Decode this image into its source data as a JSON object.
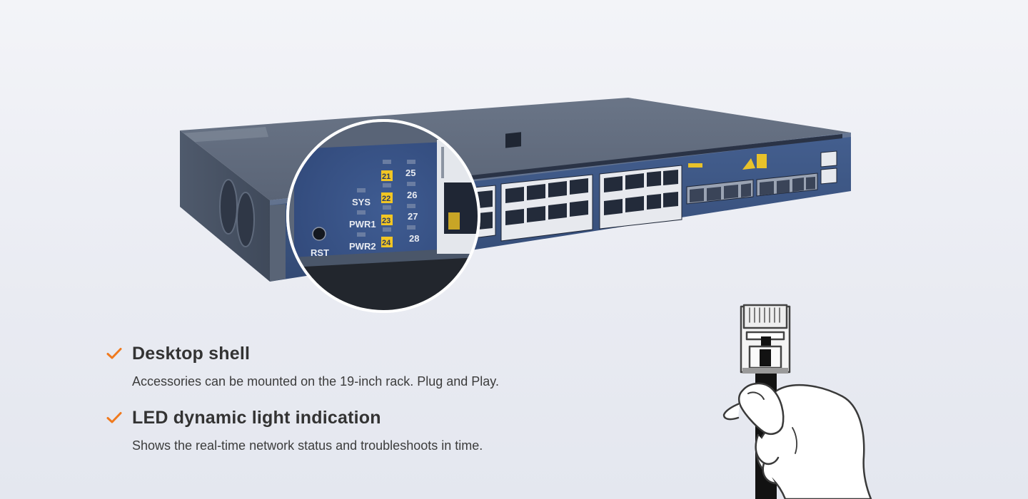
{
  "device": {
    "zoom_labels": {
      "sys": "SYS",
      "pwr1": "PWR1",
      "pwr2": "PWR2",
      "rst": "RST",
      "port_leds_left": [
        "21",
        "22",
        "23",
        "24"
      ],
      "port_leds_right": [
        "25",
        "26",
        "27",
        "28"
      ]
    }
  },
  "features": [
    {
      "title": "Desktop shell",
      "description": "Accessories can be mounted on the 19-inch rack. Plug and Play."
    },
    {
      "title": "LED dynamic light indication",
      "description": "Shows the real-time network status and troubleshoots in time."
    }
  ],
  "colors": {
    "accent_check": "#f07a1e",
    "panel_blue": "#3d5684",
    "led_yellow": "#f2c623",
    "text_dark": "#333333"
  },
  "icons": [
    "check-icon",
    "network-switch",
    "rj45-plug",
    "hand"
  ]
}
